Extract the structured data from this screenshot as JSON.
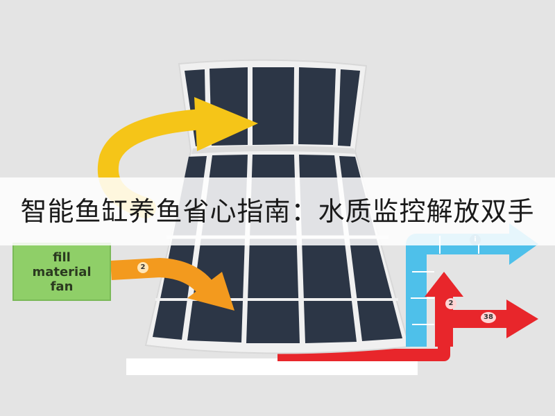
{
  "title": "智能鱼缸养鱼省心指南：水质监控解放双手",
  "fill_box": {
    "line1": "fill",
    "line2": "material",
    "line3": "fan"
  },
  "badges": {
    "orange": "2",
    "blue": "i",
    "red_up": "2",
    "red_right": "38"
  },
  "colors": {
    "background": "#e4e4e4",
    "tower_panel": "#2c3646",
    "tower_frame": "#f2f2f2",
    "arrow_yellow": "#f5c518",
    "arrow_orange": "#f39a1e",
    "arrow_blue": "#4ec0ea",
    "arrow_red": "#e8262b",
    "fill_box": "#8fcf68"
  }
}
